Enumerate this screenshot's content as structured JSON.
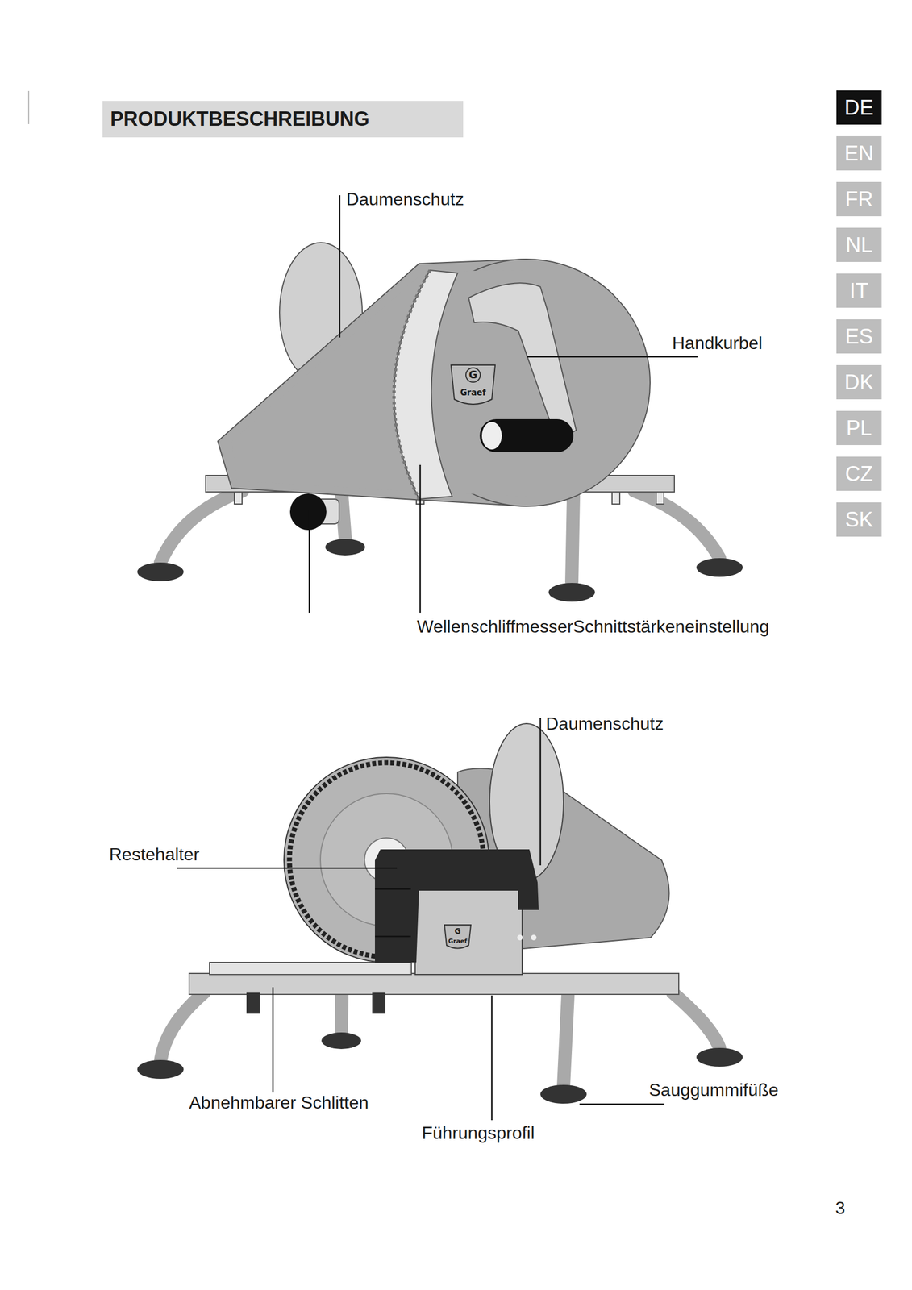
{
  "diagram": {
    "title": "PRODUKTBESCHREIBUNG",
    "nodes": [
      {
        "text": [
          "DE"
        ]
      },
      {
        "text": [
          "EN"
        ]
      },
      {
        "text": [
          "FR"
        ]
      },
      {
        "text": [
          "NL"
        ]
      },
      {
        "text": [
          "IT"
        ]
      },
      {
        "text": [
          "ES"
        ]
      },
      {
        "text": [
          "DK"
        ]
      },
      {
        "text": [
          "PL"
        ]
      },
      {
        "text": [
          "CZ"
        ]
      },
      {
        "text": [
          "SK"
        ]
      }
    ],
    "labels": [
      "Daumenschutz",
      "Handkurbel",
      "G",
      "Graef",
      "WellenschliffmesserSchnittstärkeneinstellung",
      "Daumenschutz",
      "Restehalter",
      "G",
      "Graef",
      "Abnehmbarer Schlitten",
      "Sauggummifüße",
      "Führungsprofil",
      "3"
    ]
  }
}
